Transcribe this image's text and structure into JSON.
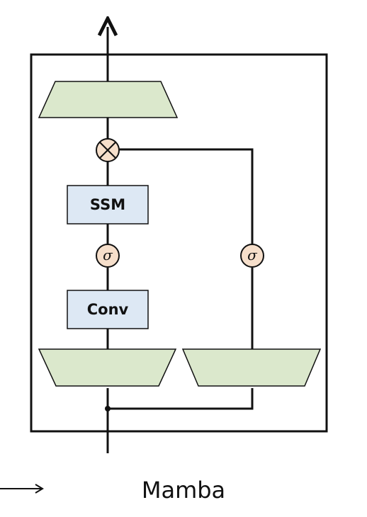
{
  "diagram": {
    "caption": "Mamba",
    "blocks": {
      "ssm": "SSM",
      "conv": "Conv"
    },
    "activations": {
      "left": "σ",
      "right": "σ"
    },
    "colors": {
      "projection_fill": "#dbe8cc",
      "block_fill": "#dde8f4",
      "operator_fill": "#f6dfcb",
      "line": "#111111",
      "background": "#ffffff"
    }
  }
}
